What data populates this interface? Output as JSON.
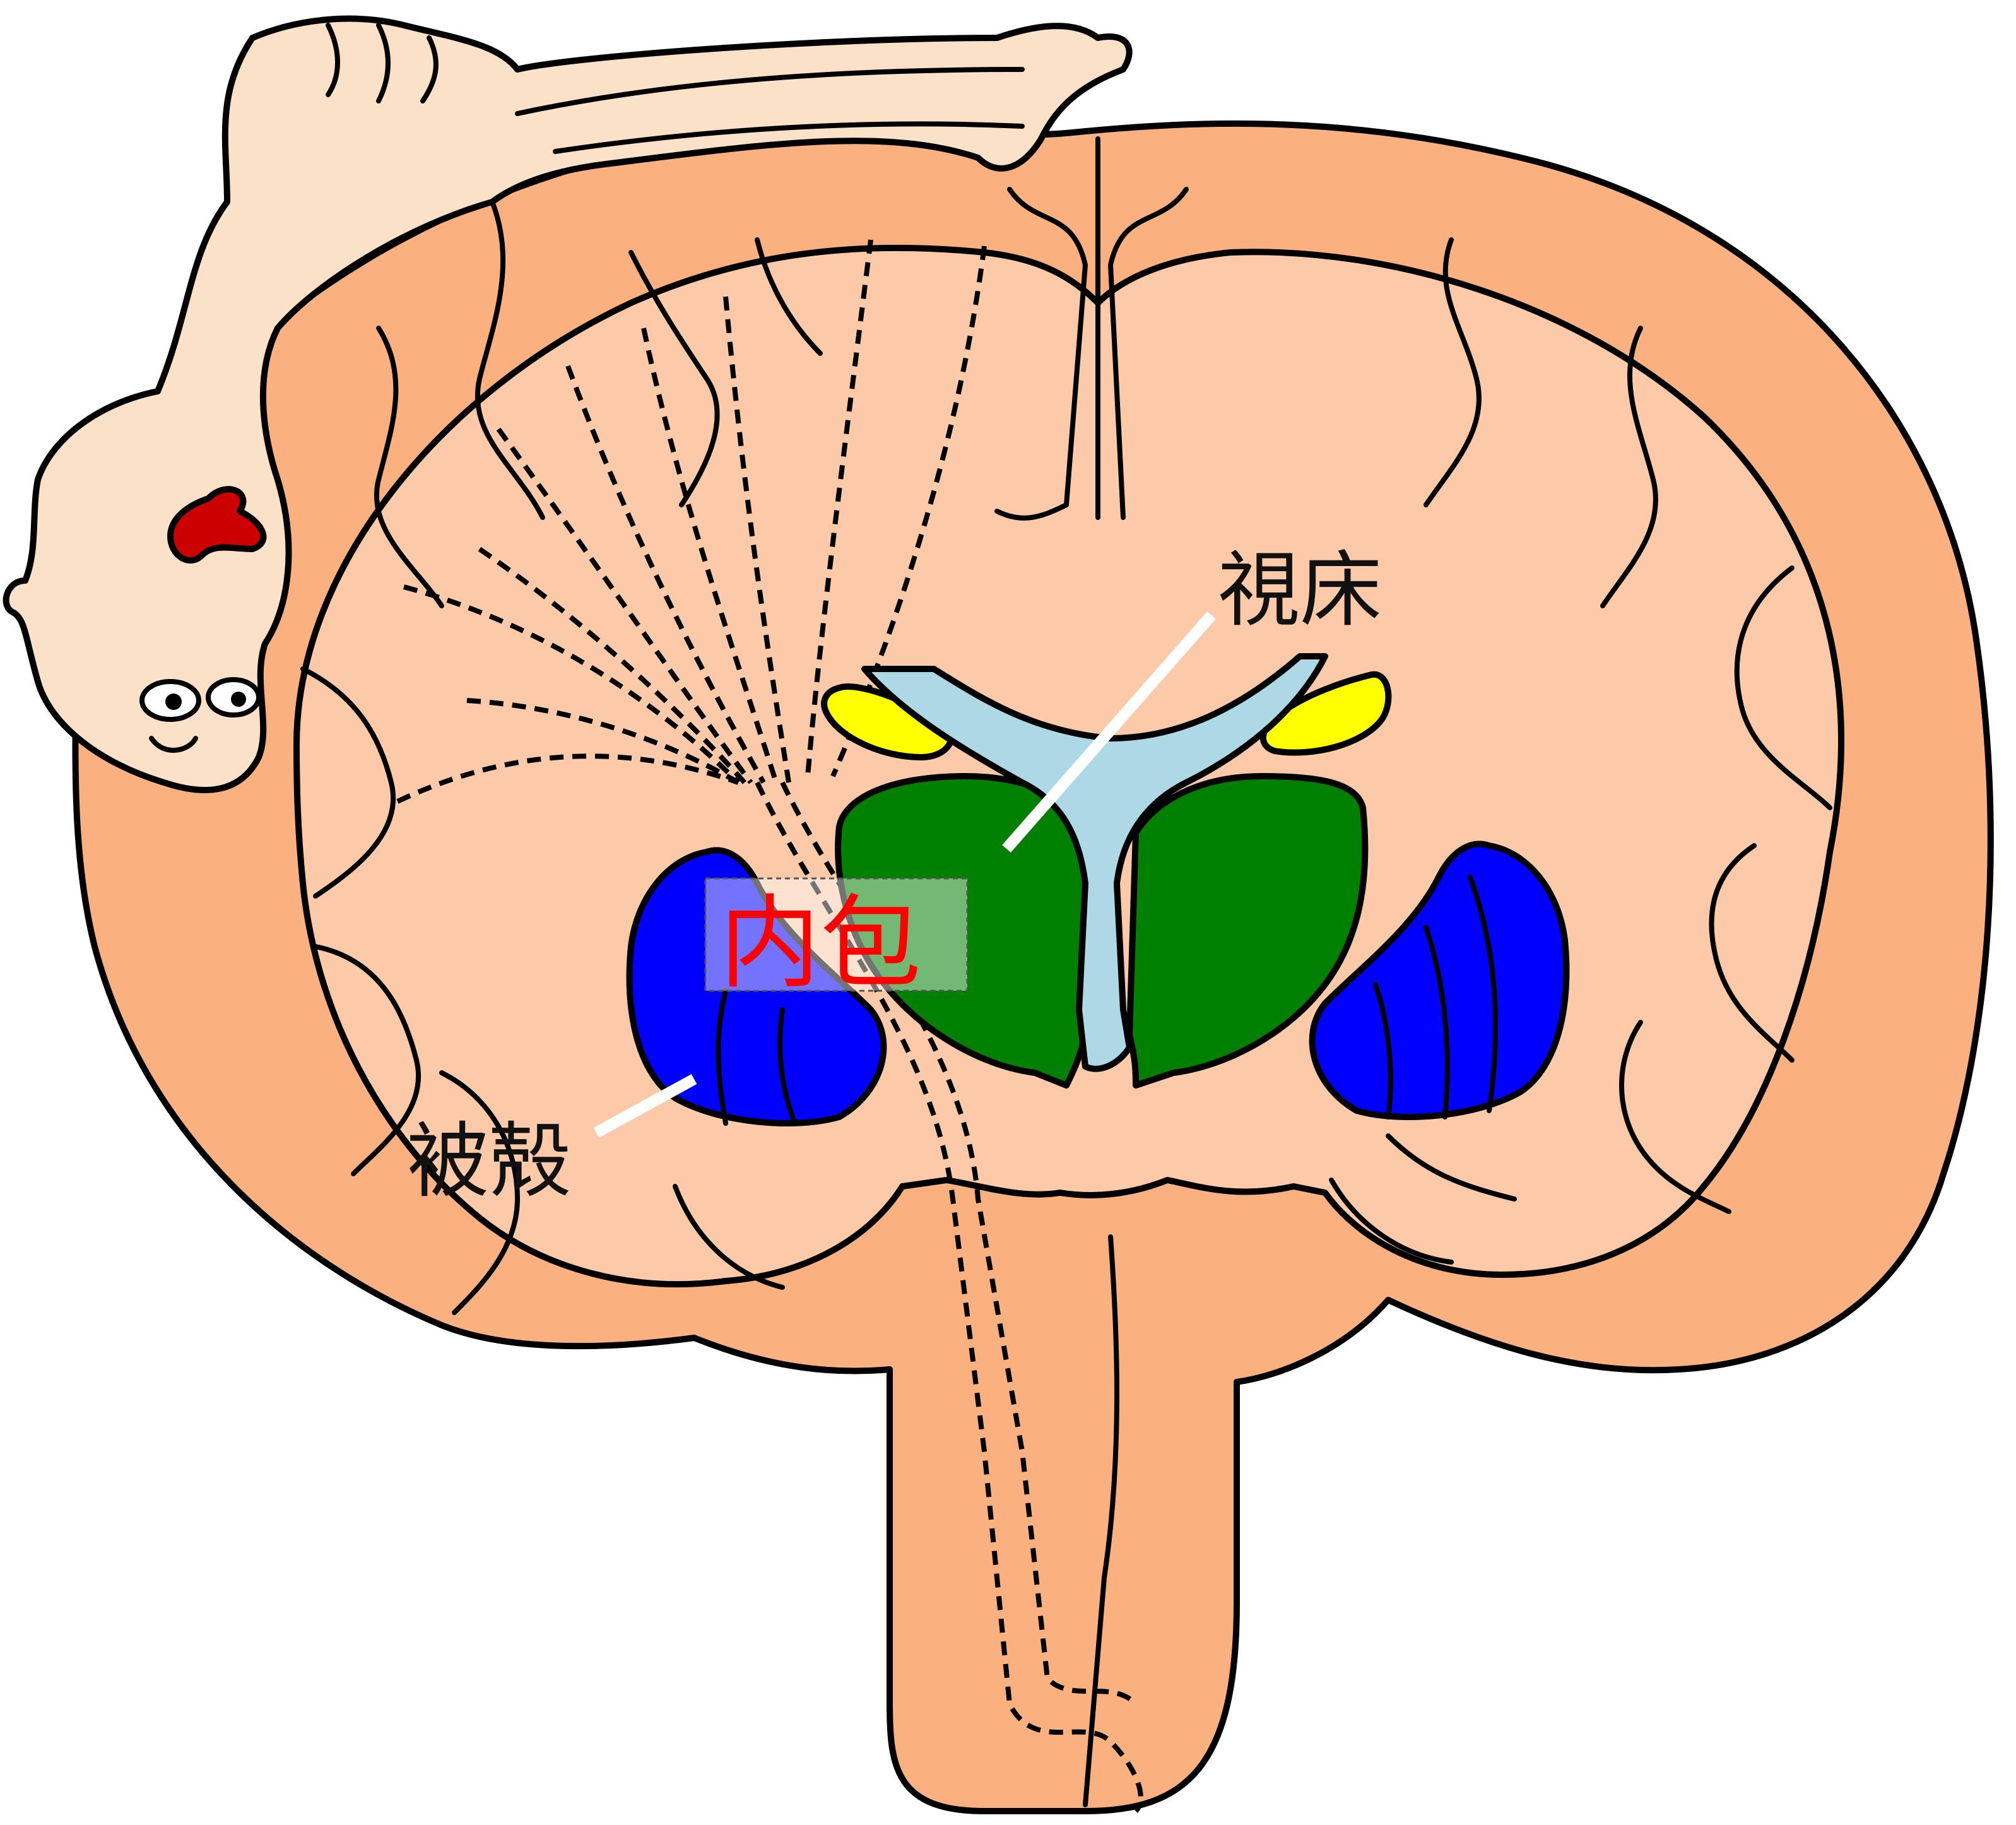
{
  "labels": {
    "thalamus": "視床",
    "putamen": "被殻",
    "internal_capsule": "内包"
  },
  "colors": {
    "cortex": "#fbb07f",
    "white_matter": "#fccaa8",
    "homunculus": "#fbe1c8",
    "thalamus": "#008000",
    "putamen": "#0000ff",
    "caudate": "#ffff00",
    "ventricle": "#add8e6",
    "mouth": "#cc0000",
    "highlight_text": "#ff0000",
    "pointer": "#ffffff"
  }
}
